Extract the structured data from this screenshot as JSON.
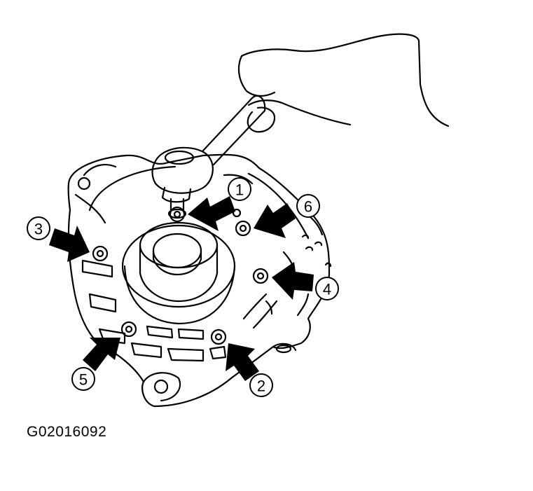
{
  "figure": {
    "code": "G02016092"
  },
  "callouts": [
    {
      "id": "1",
      "label": "1"
    },
    {
      "id": "2",
      "label": "2"
    },
    {
      "id": "3",
      "label": "3"
    },
    {
      "id": "4",
      "label": "4"
    },
    {
      "id": "5",
      "label": "5"
    },
    {
      "id": "6",
      "label": "6"
    }
  ],
  "colors": {
    "line": "#000000",
    "background": "#ffffff"
  }
}
